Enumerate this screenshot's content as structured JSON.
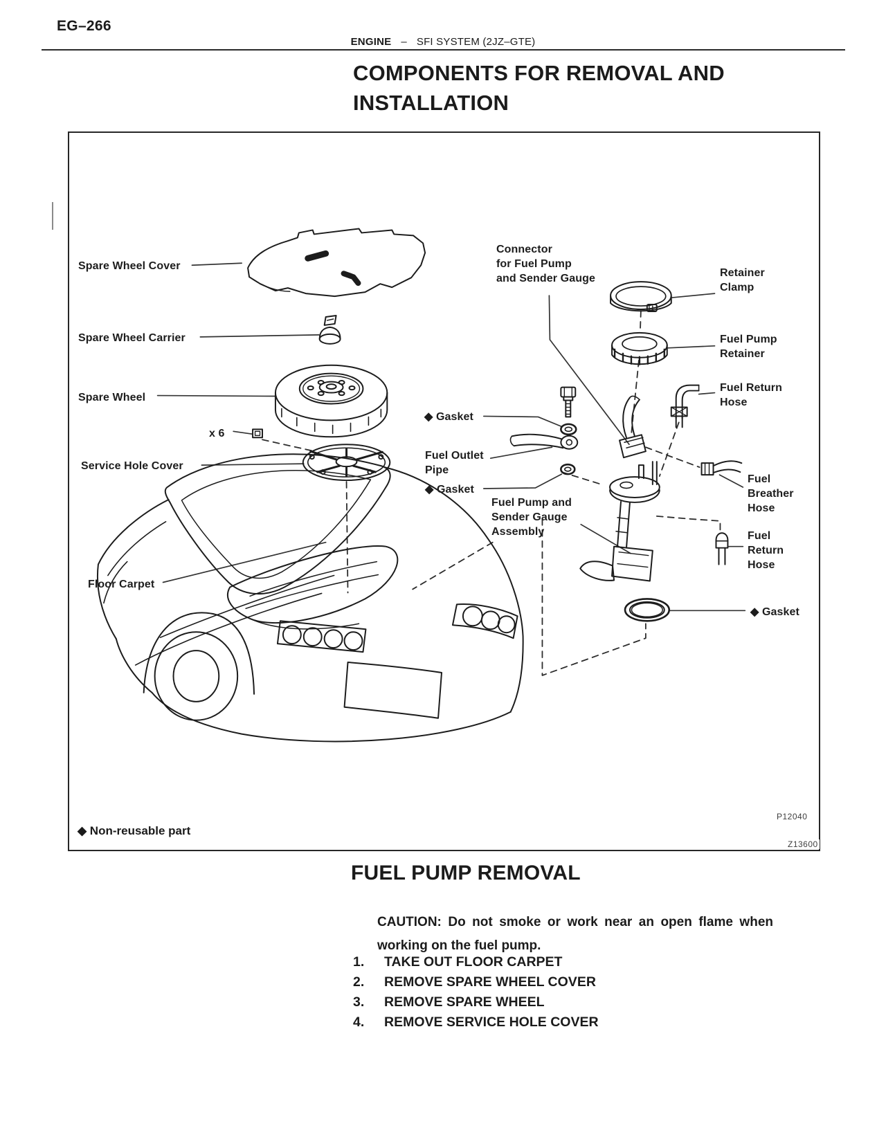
{
  "page": {
    "number": "EG–266",
    "header": {
      "section": "ENGINE",
      "sep": "–",
      "subsection": "SFI SYSTEM (2JZ–GTE)"
    },
    "title": "COMPONENTS FOR REMOVAL AND\nINSTALLATION"
  },
  "figure": {
    "legend": "◆ Non-reusable part",
    "part_code": "P12040",
    "plate_code": "Z13600",
    "labels": {
      "spare_wheel_cover": "Spare Wheel Cover",
      "spare_wheel_carrier": "Spare Wheel Carrier",
      "spare_wheel": "Spare Wheel",
      "x6": "x 6",
      "service_hole_cover": "Service Hole Cover",
      "floor_carpet": "Floor Carpet",
      "connector": "Connector\nfor Fuel Pump\nand Sender Gauge",
      "retainer_clamp": "Retainer\nClamp",
      "fuel_pump_retainer": "Fuel Pump\nRetainer",
      "fuel_return_hose_upper": "Fuel Return\nHose",
      "gasket_1": "◆ Gasket",
      "fuel_outlet_pipe": "Fuel Outlet\nPipe",
      "gasket_2": "◆ Gasket",
      "fuel_pump_assembly": "Fuel Pump and\nSender Gauge\nAssembly",
      "fuel_breather_hose": "Fuel\nBreather\nHose",
      "fuel_return_hose_lower": "Fuel\nReturn\nHose",
      "gasket_3": "◆ Gasket"
    }
  },
  "removal": {
    "title": "FUEL PUMP REMOVAL",
    "caution": "CAUTION: Do not smoke or work near an open flame when working on the fuel pump.",
    "steps": [
      {
        "n": "1.",
        "t": "TAKE OUT FLOOR CARPET"
      },
      {
        "n": "2.",
        "t": "REMOVE SPARE WHEEL COVER"
      },
      {
        "n": "3.",
        "t": "REMOVE SPARE WHEEL"
      },
      {
        "n": "4.",
        "t": "REMOVE SERVICE HOLE COVER"
      }
    ]
  }
}
